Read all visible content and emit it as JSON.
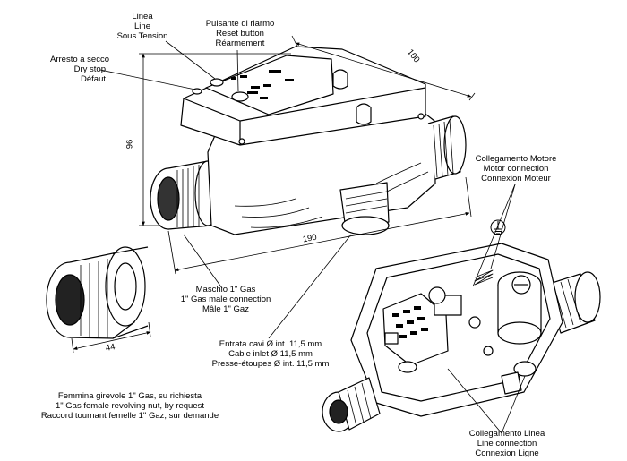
{
  "labels": {
    "linea": [
      "Linea",
      "Line",
      "Sous Tension"
    ],
    "reset": [
      "Pulsante di riarmo",
      "Reset button",
      "Réarmement"
    ],
    "dry_stop": [
      "Arresto a secco",
      "Dry stop",
      "Défaut"
    ],
    "motor_connection": [
      "Collegamento Motore",
      "Motor connection",
      "Connexion Moteur"
    ],
    "male_connection": [
      "Maschio 1\" Gas",
      "1\" Gas male connection",
      "Mâle 1\" Gaz"
    ],
    "cable_inlet": [
      "Entrata cavi Ø int. 11,5 mm",
      "Cable inlet  Ø 11,5 mm",
      "Presse-étoupes Ø int. 11,5 mm"
    ],
    "female_nut": [
      "Femmina girevole 1\" Gas, su richiesta",
      "1\" Gas female revolving nut, by request",
      "Raccord tournant femelle 1\" Gaz, sur demande"
    ],
    "line_connection": [
      "Collegamento Linea",
      "Line connection",
      "Connexion Ligne"
    ]
  },
  "dimensions": {
    "height": "96",
    "depth": "100",
    "length": "190",
    "nut_length": "44"
  }
}
